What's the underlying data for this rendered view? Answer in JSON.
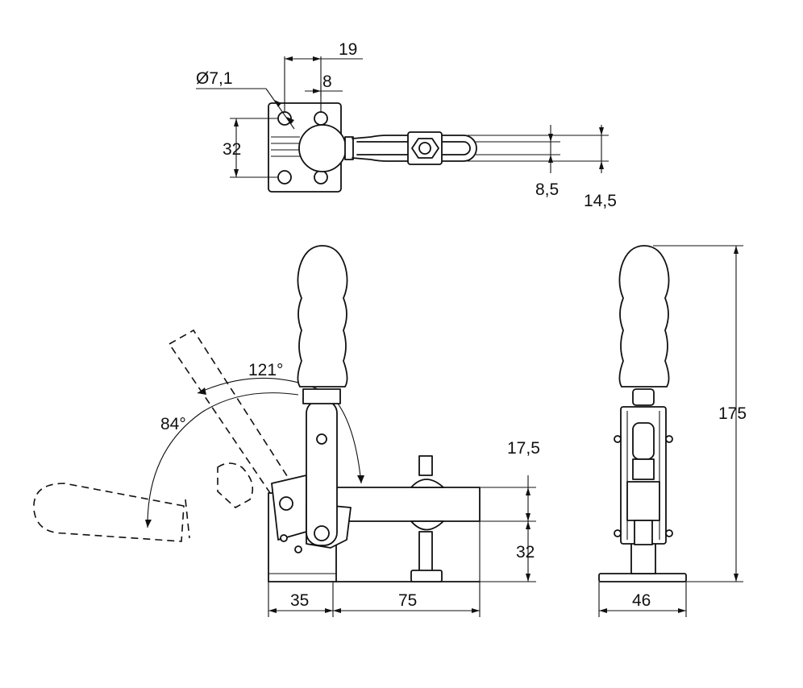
{
  "colors": {
    "line": "#111111",
    "background": "#ffffff"
  },
  "top_view": {
    "hole_diameter": "Ø7,1",
    "dim_19": "19",
    "dim_8": "8",
    "dim_32": "32",
    "dim_8_5": "8,5",
    "dim_14_5": "14,5"
  },
  "side_view": {
    "angle_121": "121°",
    "angle_84": "84°",
    "dim_17_5": "17,5",
    "dim_32": "32",
    "dim_35": "35",
    "dim_75": "75"
  },
  "front_view": {
    "dim_175": "175",
    "dim_46": "46"
  }
}
